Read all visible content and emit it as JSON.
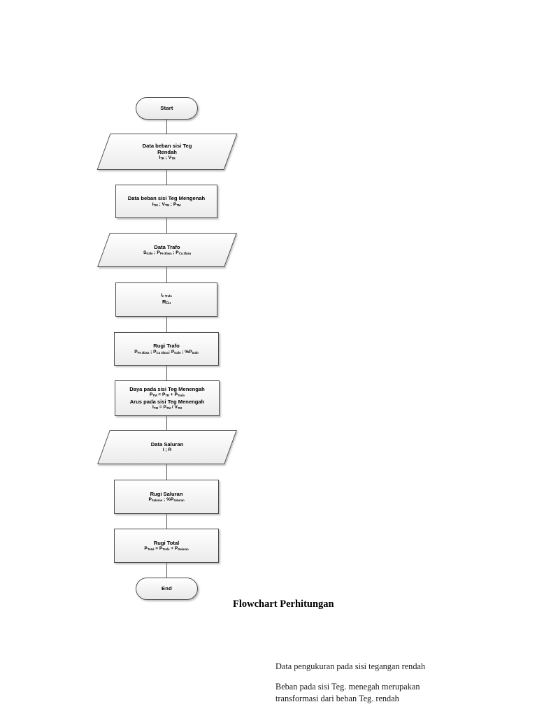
{
  "document": {
    "caption": "Flowchart Perhitungan"
  },
  "flowchart": {
    "nodes": [
      {
        "id": "start",
        "shape": "terminator",
        "name": "node-start",
        "lines": [
          "Start"
        ]
      },
      {
        "id": "data-beban-tr",
        "shape": "data",
        "name": "node-data-beban-teg-rendah",
        "lines": [
          "Data beban sisi Teg",
          "Rendah",
          "I<sub>TR</sub> ; V<sub>TR</sub>"
        ]
      },
      {
        "id": "data-beban-tm",
        "shape": "process",
        "name": "node-data-beban-teg-menengah",
        "lines": [
          "Data beban sisi Teg Mengenah",
          "I<sub>TM</sub> ; V<sub>TM</sub> ; P<sub>TM</sub>"
        ]
      },
      {
        "id": "data-trafo",
        "shape": "data",
        "name": "node-data-trafo",
        "lines": [
          "Data Trafo",
          "S<sub>trafo</sub> ; P<sub>Fe 3fasa</sub> ; P<sub>Cu 3fasa</sub>"
        ]
      },
      {
        "id": "in-trafo",
        "shape": "process",
        "name": "node-arus-nominal-trafo",
        "lines": [
          "I<sub>n Trafo</sub>",
          "R<sub>Cu</sub>"
        ]
      },
      {
        "id": "rugi-trafo",
        "shape": "process",
        "name": "node-rugi-trafo",
        "lines": [
          "Rugi Trafo",
          "P<sub>Fe 3fasa</sub> ; P<sub>Cu 3fasa</sub>; P<sub>trafo</sub> ; %P<sub>trafo</sub>"
        ]
      },
      {
        "id": "daya-tm",
        "shape": "process",
        "name": "node-daya-arus-teg-menengah",
        "lines": [
          "Daya pada sisi Teg Menengah",
          "P<sub>TM</sub> = P<sub>TR</sub> + P<sub>Trafo</sub>",
          "Arus pada sisi Teg Menengah",
          "I<sub>TM</sub> = P<sub>TM</sub> / V<sub>TM</sub>"
        ]
      },
      {
        "id": "data-saluran",
        "shape": "data",
        "name": "node-data-saluran",
        "lines": [
          "Data Saluran",
          "l ; R"
        ]
      },
      {
        "id": "rugi-saluran",
        "shape": "process",
        "name": "node-rugi-saluran",
        "lines": [
          "Rugi Saluran",
          "P<sub>Saluran</sub> ; %P<sub>Saluran</sub>"
        ]
      },
      {
        "id": "rugi-total",
        "shape": "process",
        "name": "node-rugi-total",
        "lines": [
          "Rugi Total",
          "P<sub>Total</sub> = P<sub>Trafo</sub> + P<sub>Saluran</sub>"
        ]
      },
      {
        "id": "end",
        "shape": "terminator",
        "name": "node-end",
        "lines": [
          "End"
        ]
      }
    ]
  },
  "notes": [
    "Data pengukuran pada sisi tegangan rendah",
    "Beban pada sisi Teg. menegah merupakan",
    "transformasi dari beban Teg. rendah"
  ],
  "colors": {
    "shape_border": "#4c4c4c",
    "shape_fill": "#f2f2f2",
    "connector": "#5a5a5a",
    "text": "#000000",
    "page_background": "#ffffff"
  }
}
